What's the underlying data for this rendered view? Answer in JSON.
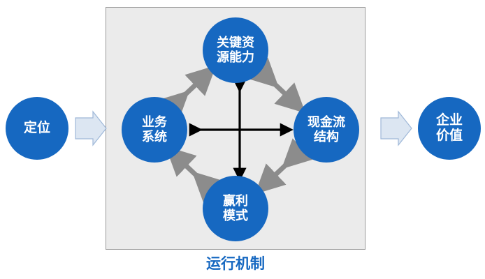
{
  "diagram": {
    "title": "运行机制",
    "colors": {
      "circle_fill": "#1668c1",
      "circle_text": "#ffffff",
      "panel_fill": "#ebebeb",
      "panel_border": "#9a9a9a",
      "grey_arrow": "#8c8c8c",
      "black_arrow": "#000000",
      "outer_arrow_fill": "#dce6f2",
      "outer_arrow_border": "#9fb8d8",
      "caption_color": "#1668c1"
    },
    "nodes": {
      "define": {
        "line1": "定位",
        "line2": ""
      },
      "value": {
        "line1": "企业",
        "line2": "价值"
      },
      "resource": {
        "line1": "关键资",
        "line2": "源能力"
      },
      "business": {
        "line1": "业务",
        "line2": "系统"
      },
      "cashflow": {
        "line1": "现金流",
        "line2": "结构"
      },
      "profit": {
        "line1": "赢利",
        "line2": "模式"
      }
    },
    "connectors": [
      {
        "name": "define-to-panel",
        "style": "block-arrow-right"
      },
      {
        "name": "panel-to-value",
        "style": "block-arrow-right"
      },
      {
        "name": "business-resource",
        "style": "double-arrow-grey"
      },
      {
        "name": "resource-cashflow",
        "style": "double-arrow-grey"
      },
      {
        "name": "cashflow-profit",
        "style": "double-arrow-grey"
      },
      {
        "name": "profit-business",
        "style": "double-arrow-grey"
      },
      {
        "name": "business-cashflow",
        "style": "double-arrow-black-horizontal"
      },
      {
        "name": "resource-profit",
        "style": "double-arrow-black-vertical"
      }
    ]
  }
}
